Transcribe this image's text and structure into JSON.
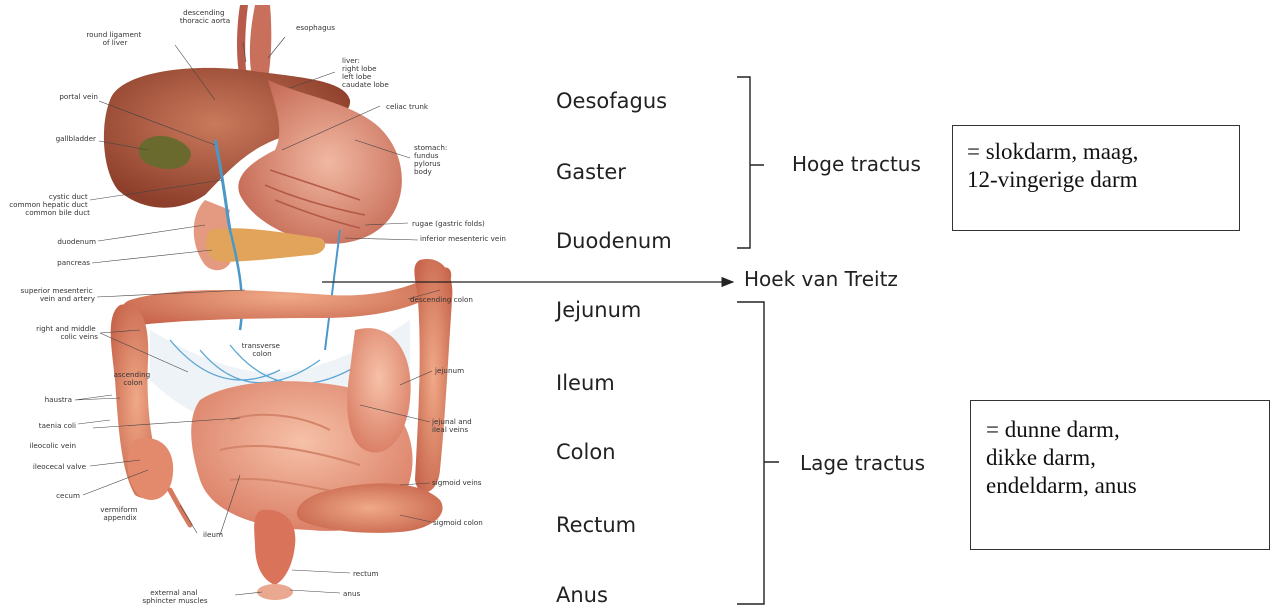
{
  "segments": [
    {
      "label": "Oesofagus"
    },
    {
      "label": "Gaster"
    },
    {
      "label": "Duodenum"
    },
    {
      "label": "Jejunum"
    },
    {
      "label": "Ileum"
    },
    {
      "label": "Colon"
    },
    {
      "label": "Rectum"
    },
    {
      "label": "Anus"
    }
  ],
  "upper_group": {
    "label": "Hoge tractus",
    "note_lines": [
      "= slokdarm, maag,",
      "12-vingerige darm"
    ]
  },
  "lower_group": {
    "label": "Lage tractus",
    "note_lines": [
      "= dunne darm,",
      "dikke darm,",
      "endeldarm, anus"
    ]
  },
  "junction_label": "Hoek van Treitz",
  "anatomy_labels": {
    "descending_thoracic_aorta": [
      "descending",
      "thoracic aorta"
    ],
    "esophagus": "esophagus",
    "round_ligament": [
      "round ligament",
      "of liver"
    ],
    "liver": [
      "liver:",
      "right lobe",
      "left lobe",
      "caudate lobe"
    ],
    "portal_vein": "portal vein",
    "celiac_trunk": "celiac trunk",
    "gallbladder": "gallbladder",
    "stomach": [
      "stomach:",
      "fundus",
      "pylorus",
      "body"
    ],
    "bile_ducts": [
      "cystic duct",
      "common hepatic duct",
      "common bile duct"
    ],
    "rugae": "rugae (gastric folds)",
    "duodenum": "duodenum",
    "inferior_mesenteric_vein": "inferior mesenteric vein",
    "pancreas": "pancreas",
    "superior_mesenteric": [
      "superior mesenteric",
      "vein and artery"
    ],
    "descending_colon": "descending colon",
    "colic_veins": [
      "right and middle",
      "colic veins"
    ],
    "transverse_colon": [
      "transverse",
      "colon"
    ],
    "haustra": "haustra",
    "ascending_colon": [
      "ascending",
      "colon"
    ],
    "jejunum": "jejunum",
    "taenia_coli": "taenia coli",
    "ileocolic_vein": "ileocolic vein",
    "jejunal_ileal_veins": [
      "jejunal and",
      "ileal veins"
    ],
    "ileocecal_valve": "ileocecal valve",
    "sigmoid_veins": "sigmoid veins",
    "cecum": "cecum",
    "appendix": [
      "vermiform",
      "appendix"
    ],
    "sigmoid_colon": "sigmoid colon",
    "ileum": "ileum",
    "rectum": "rectum",
    "anus": "anus",
    "sphincter": [
      "external anal",
      "sphincter muscles"
    ]
  }
}
